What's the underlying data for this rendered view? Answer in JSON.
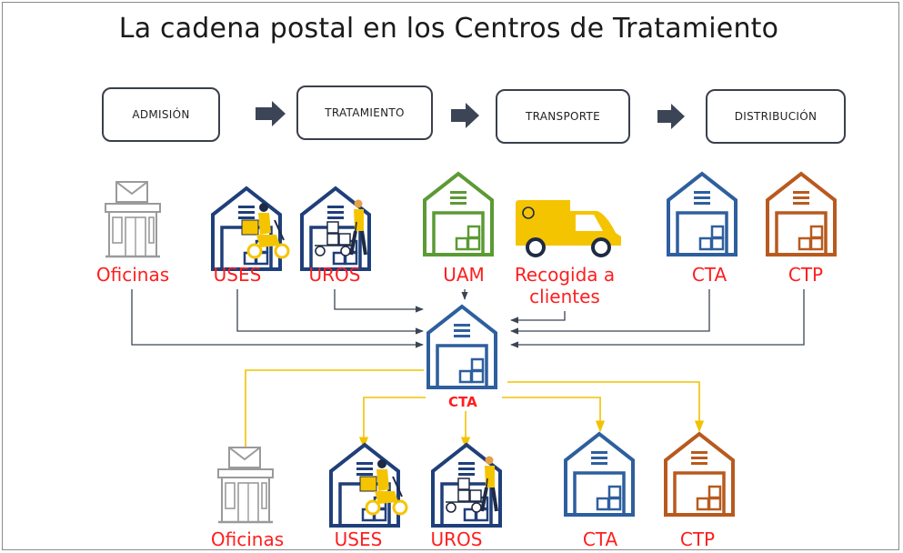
{
  "title": "La cadena postal en los Centros de Tratamiento",
  "steps": [
    "ADMISIÓN",
    "TRATAMIENTO",
    "TRANSPORTE",
    "DISTRIBUCIÓN"
  ],
  "top_nodes": [
    {
      "label": "Oficinas",
      "icon": "post-office-icon"
    },
    {
      "label": "USES",
      "icon": "warehouse-scooter-icon"
    },
    {
      "label": "UROS",
      "icon": "warehouse-cart-icon"
    },
    {
      "label": "UAM",
      "icon": "warehouse-icon"
    },
    {
      "label": "Recogida a clientes",
      "label_line1": "Recogida a",
      "label_line2": "clientes",
      "icon": "delivery-van-icon"
    },
    {
      "label": "CTA",
      "icon": "warehouse-icon"
    },
    {
      "label": "CTP",
      "icon": "warehouse-icon"
    }
  ],
  "center": {
    "label": "CTA",
    "icon": "warehouse-icon"
  },
  "bottom_nodes": [
    {
      "label": "Oficinas",
      "icon": "post-office-icon"
    },
    {
      "label": "USES",
      "icon": "warehouse-scooter-icon"
    },
    {
      "label": "UROS",
      "icon": "warehouse-cart-icon"
    },
    {
      "label": "CTA",
      "icon": "warehouse-icon"
    },
    {
      "label": "CTP",
      "icon": "warehouse-icon"
    }
  ],
  "colors": {
    "label_red": "#ff1e1e",
    "navy": "#1f3f7a",
    "green": "#5b9a35",
    "blue": "#2e5f9e",
    "orange": "#b85a1e",
    "yellow": "#f5c400",
    "gray": "#a8a8a8",
    "arrow_dark": "#3c4555",
    "flow_line": "#f2c200"
  }
}
